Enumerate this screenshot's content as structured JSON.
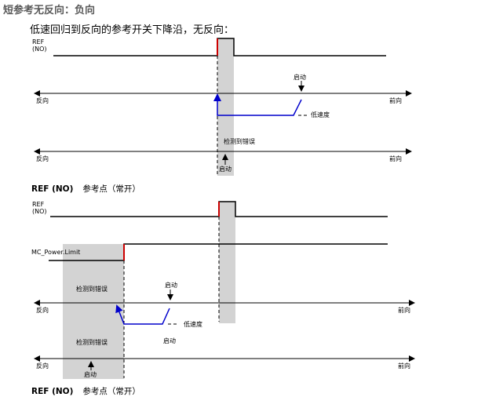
{
  "page": {
    "section_title": "短参考无反向：负向",
    "caption": "低速回归到反向的参考开关下降沿，无反向："
  },
  "diagram1": {
    "signal_ref": "REF\n(NO)",
    "axis_left": "反向",
    "axis_right": "前向",
    "start_label": "启动",
    "low_speed_label": "低速度",
    "error_label": "检测到错误",
    "start_label_bottom": "启动",
    "legend_key": "REF (NO)",
    "legend_value": "参考点（常开）"
  },
  "diagram2": {
    "signal_ref": "REF\n(NO)",
    "signal_power": "MC_Power.Limit",
    "axis_left": "反向",
    "axis_right": "前向",
    "start_label": "启动",
    "low_speed_label": "低速度",
    "error_label_1": "检测到错误",
    "error_label_2": "检测到错误",
    "start_label_mid": "启动",
    "start_label_bottom": "启动",
    "legend_key": "REF (NO)",
    "legend_value": "参考点（常开）"
  },
  "colors": {
    "signal_line": "#000000",
    "edge_highlight": "#cc0000",
    "motion_path": "#0000cc",
    "shaded_region": "#d3d3d3",
    "title_gray": "#5a5a5a"
  }
}
